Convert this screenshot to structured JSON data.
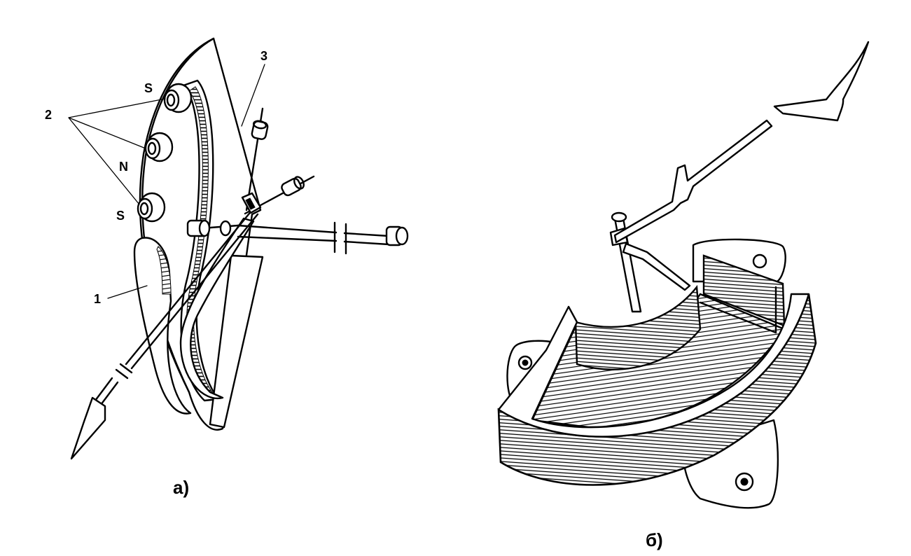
{
  "figure_a": {
    "callouts": {
      "one": "1",
      "two": "2",
      "three": "3",
      "pole_s_top": "S",
      "pole_n": "N",
      "pole_s_bottom": "S"
    },
    "caption": "а)"
  },
  "figure_b": {
    "caption": "б)"
  }
}
